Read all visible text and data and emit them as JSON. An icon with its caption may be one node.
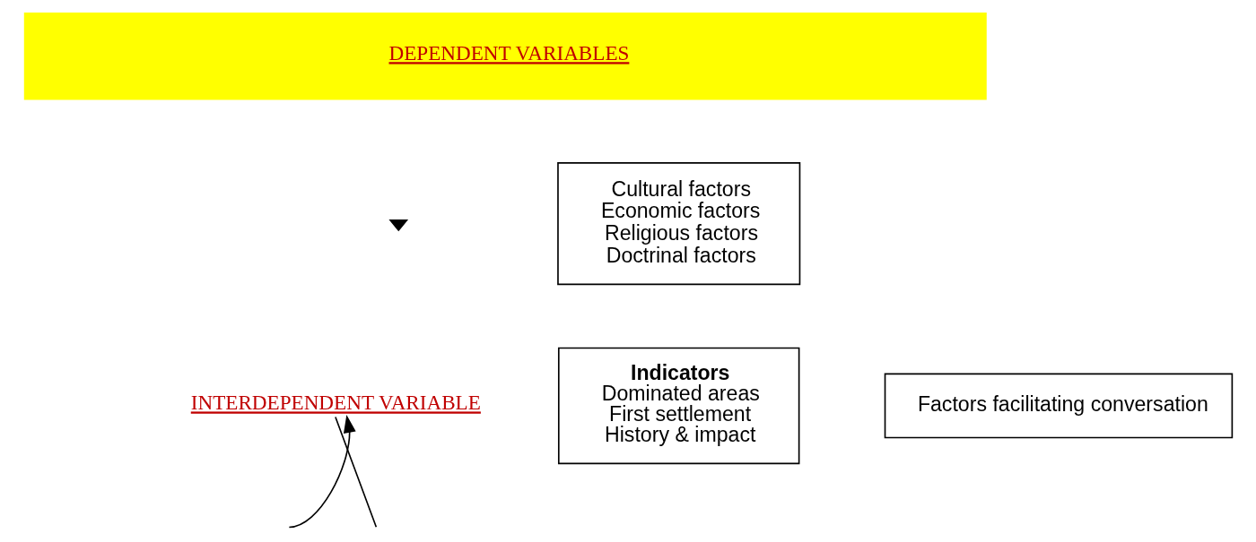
{
  "diagram": {
    "nodes": [
      {
        "text": [
          "DEPENDENT VARIABLES"
        ]
      },
      {
        "text": [
          "Cultural factors",
          "Economic factors",
          "Religious factors",
          "Doctrinal factors"
        ]
      },
      {
        "text": [
          "Indicators",
          "Dominated areas",
          "First settlement",
          "History & impact"
        ]
      },
      {
        "text": [],
        "shape": "triangle"
      },
      {
        "text": [
          "INTERDEPENDENT VARIABLE"
        ]
      },
      {
        "text": [
          "Factors facilitating conversation"
        ]
      }
    ],
    "edges": [
      {
        "from": null,
        "to": 4,
        "arrow": "to"
      },
      {
        "from": 4,
        "to": null,
        "arrow": "none"
      }
    ]
  }
}
